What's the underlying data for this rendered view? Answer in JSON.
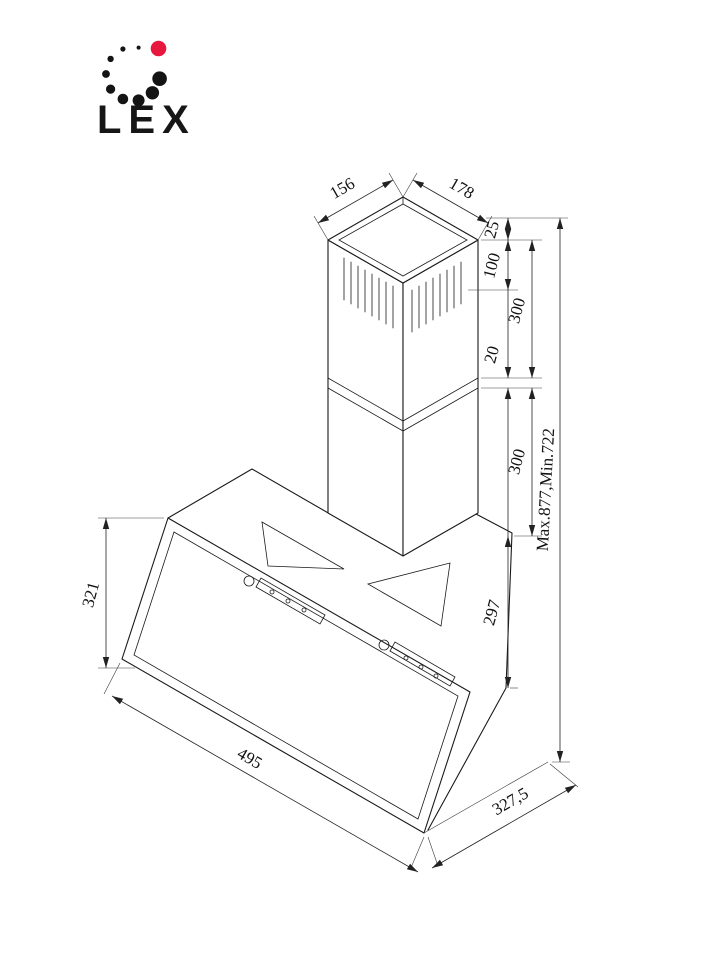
{
  "logo": {
    "brand": "LEX",
    "accent_color": "#e8173d",
    "dot_color": "#141414"
  },
  "drawing": {
    "stroke_color": "#1a1a1a",
    "dimensions": {
      "chimney_top_left": "156",
      "chimney_top_right": "178",
      "bracket_offset": "25",
      "vent_slot_height": "100",
      "upper_duct_height": "300",
      "telescope_gap": "20",
      "lower_duct_height": "300",
      "body_back_height": "297",
      "total_height_range": "Max.877,Min.722",
      "glass_drop_height": "321",
      "body_width": "495",
      "body_depth": "327,5"
    }
  }
}
